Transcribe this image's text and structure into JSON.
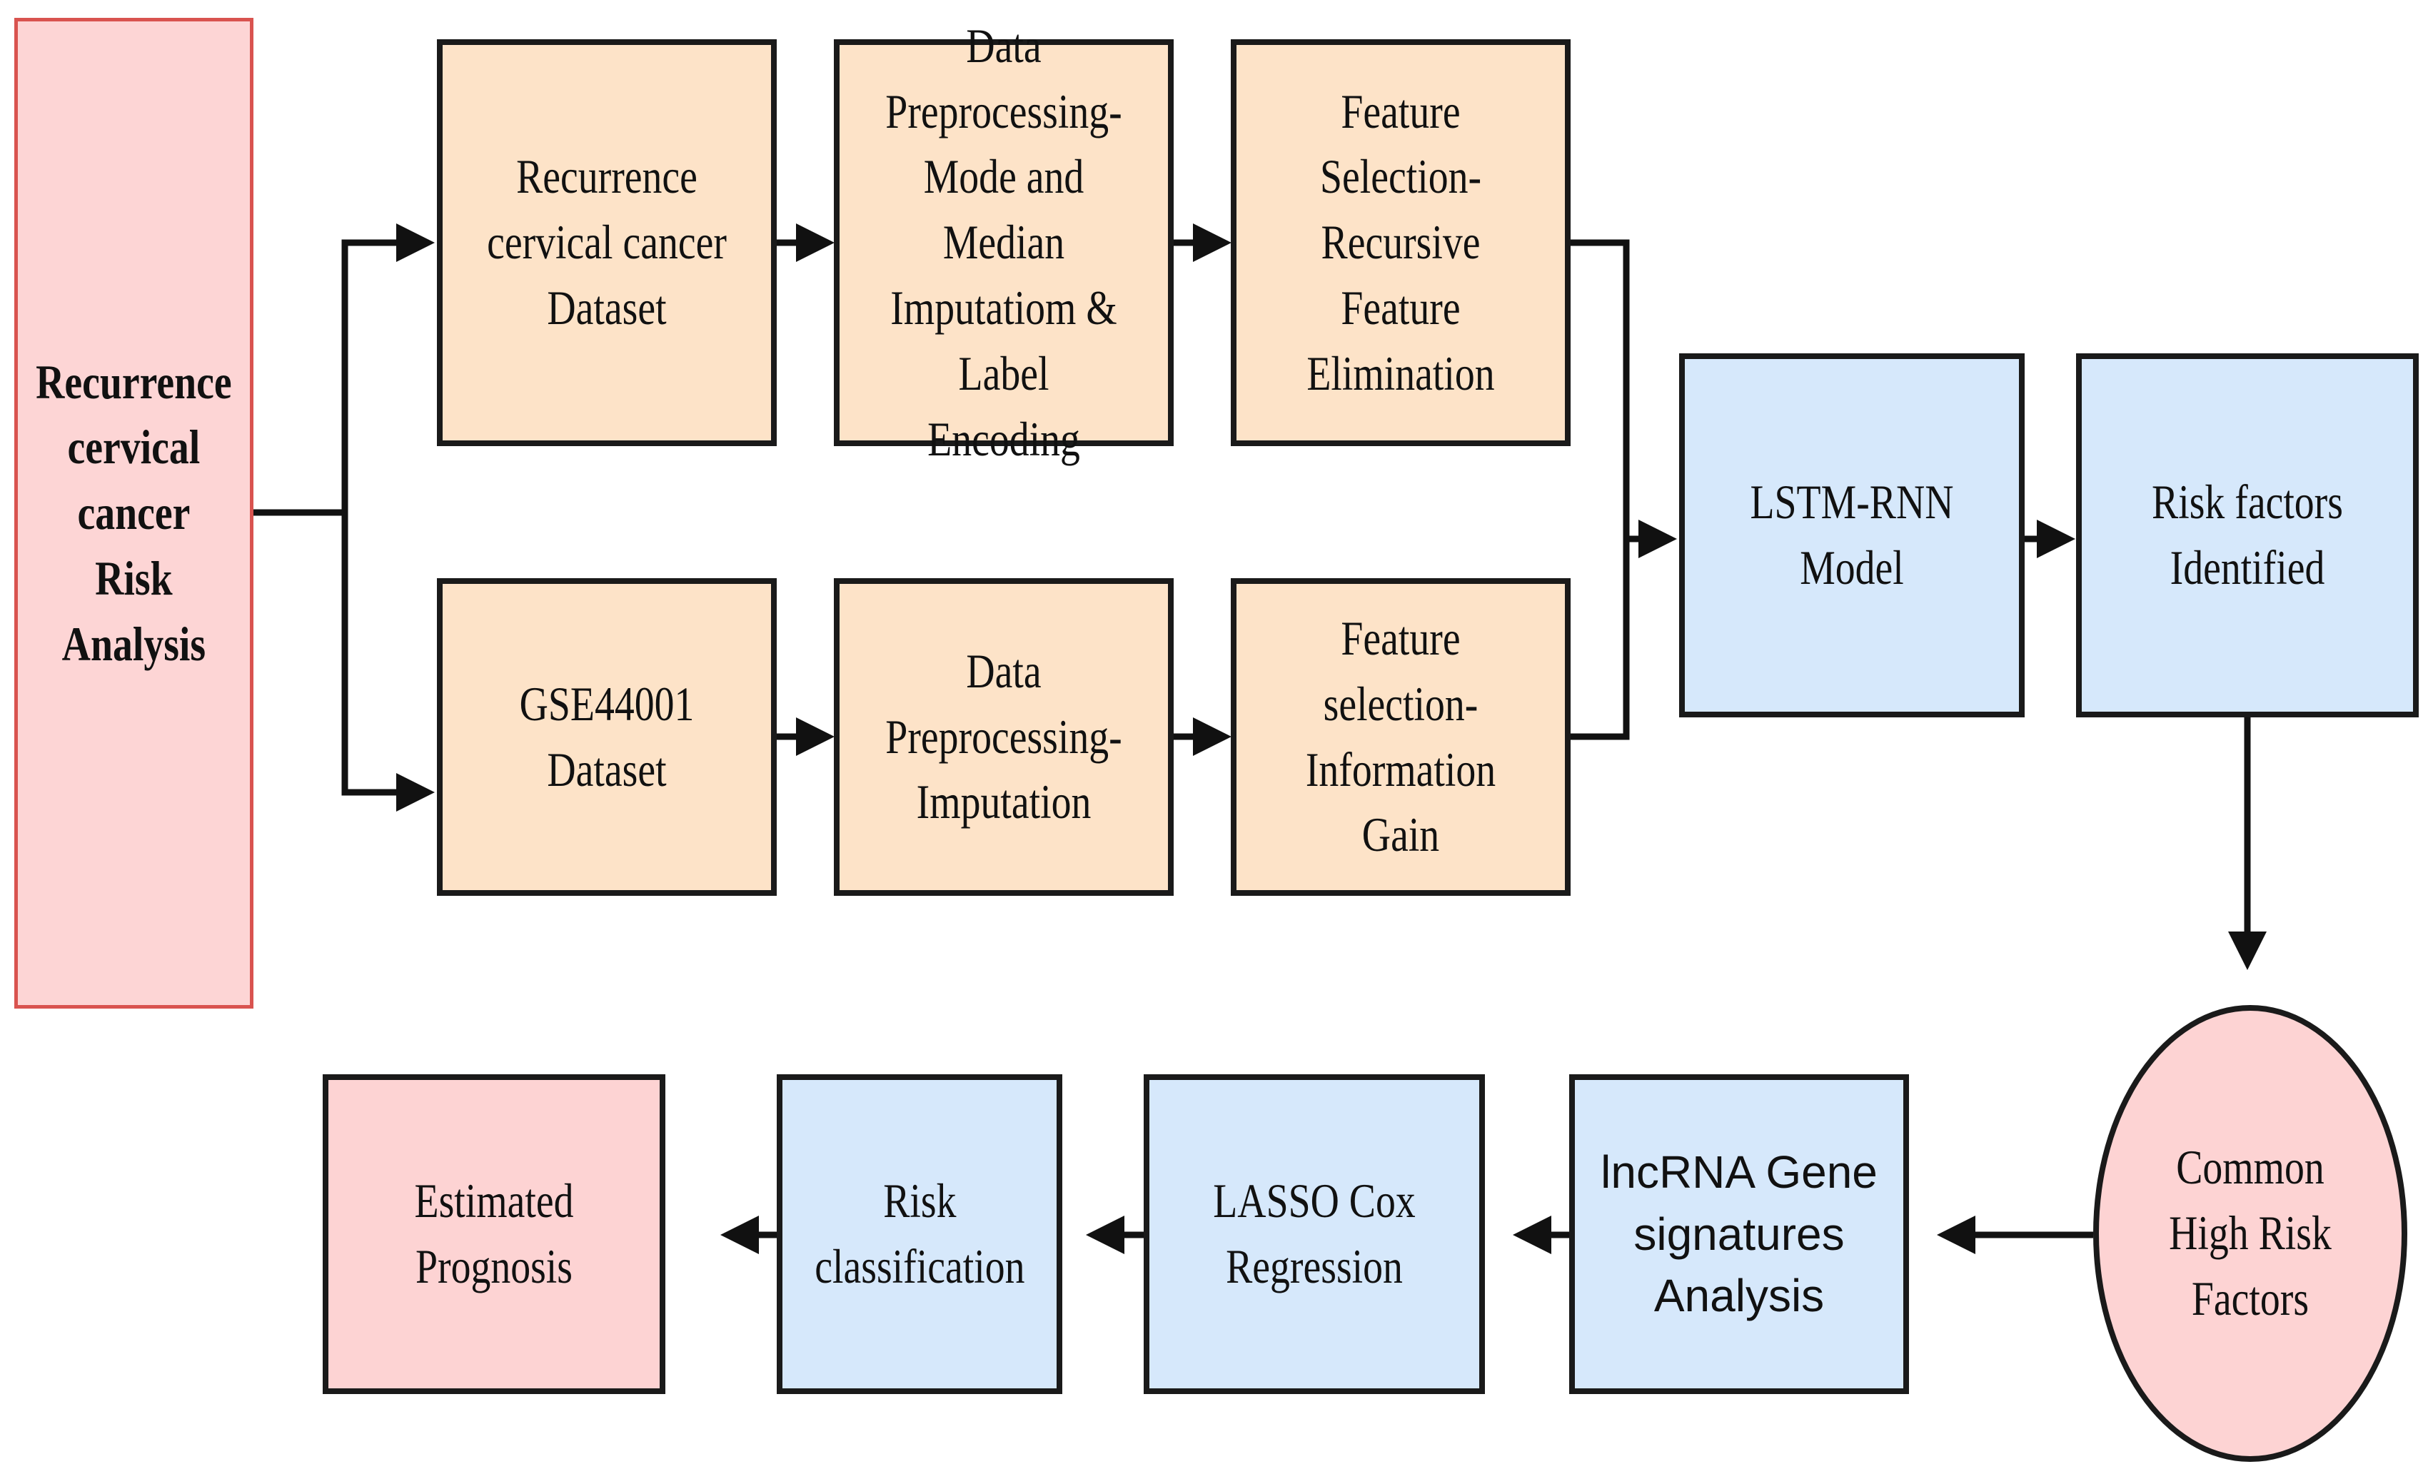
{
  "diagram": {
    "start": "Recurrence cervical cancer Risk Analysis",
    "dataset_recurrence": "Recurrence cervical cancer Dataset",
    "preprocess_mode_median": "Data Preprocessing-Mode and Median Imputatiom & Label Encoding",
    "feature_rfe": "Feature Selection-Recursive Feature Elimination",
    "dataset_gse": "GSE44001 Dataset",
    "preprocess_imputation": "Data Preprocessing-Imputation",
    "feature_info_gain": "Feature selection-Information Gain",
    "lstm_model": "LSTM-RNN Model",
    "risk_factors_identified": "Risk factors Identified",
    "common_high_risk": "Common High Risk Factors",
    "lncrna_analysis": "lncRNA Gene signatures Analysis",
    "lasso_cox": "LASSO Cox Regression",
    "risk_classification": "Risk classification",
    "estimated_prognosis": "Estimated Prognosis"
  },
  "colors": {
    "input_box": "#fde3c8",
    "model_box": "#d6e8fb",
    "outcome_box": "#fdd3d3",
    "start_border": "#d9534f",
    "line": "#111111"
  }
}
